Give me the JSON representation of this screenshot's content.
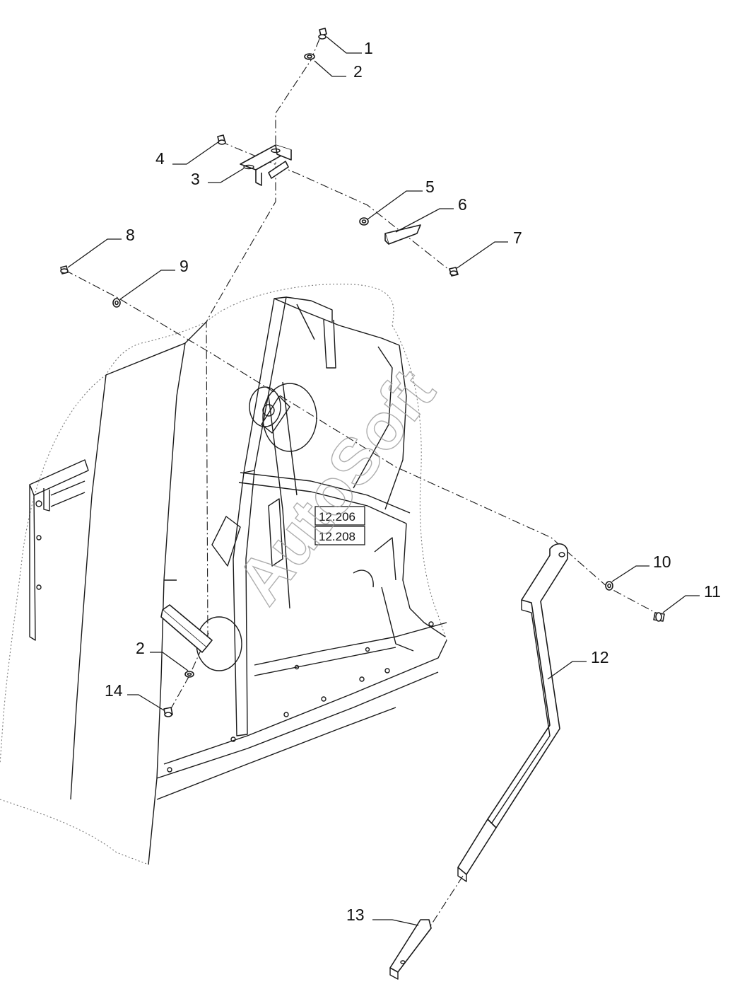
{
  "diagram": {
    "callouts": [
      {
        "id": "c1",
        "text": "1"
      },
      {
        "id": "c2a",
        "text": "2"
      },
      {
        "id": "c3",
        "text": "3"
      },
      {
        "id": "c4",
        "text": "4"
      },
      {
        "id": "c5",
        "text": "5"
      },
      {
        "id": "c6",
        "text": "6"
      },
      {
        "id": "c7",
        "text": "7"
      },
      {
        "id": "c8",
        "text": "8"
      },
      {
        "id": "c9",
        "text": "9"
      },
      {
        "id": "c10",
        "text": "10"
      },
      {
        "id": "c11",
        "text": "11"
      },
      {
        "id": "c12",
        "text": "12"
      },
      {
        "id": "c13",
        "text": "13"
      },
      {
        "id": "c2b",
        "text": "2"
      },
      {
        "id": "c14",
        "text": "14"
      }
    ],
    "references": [
      "12.206",
      "12.208"
    ],
    "watermark": "AutoSoft"
  }
}
